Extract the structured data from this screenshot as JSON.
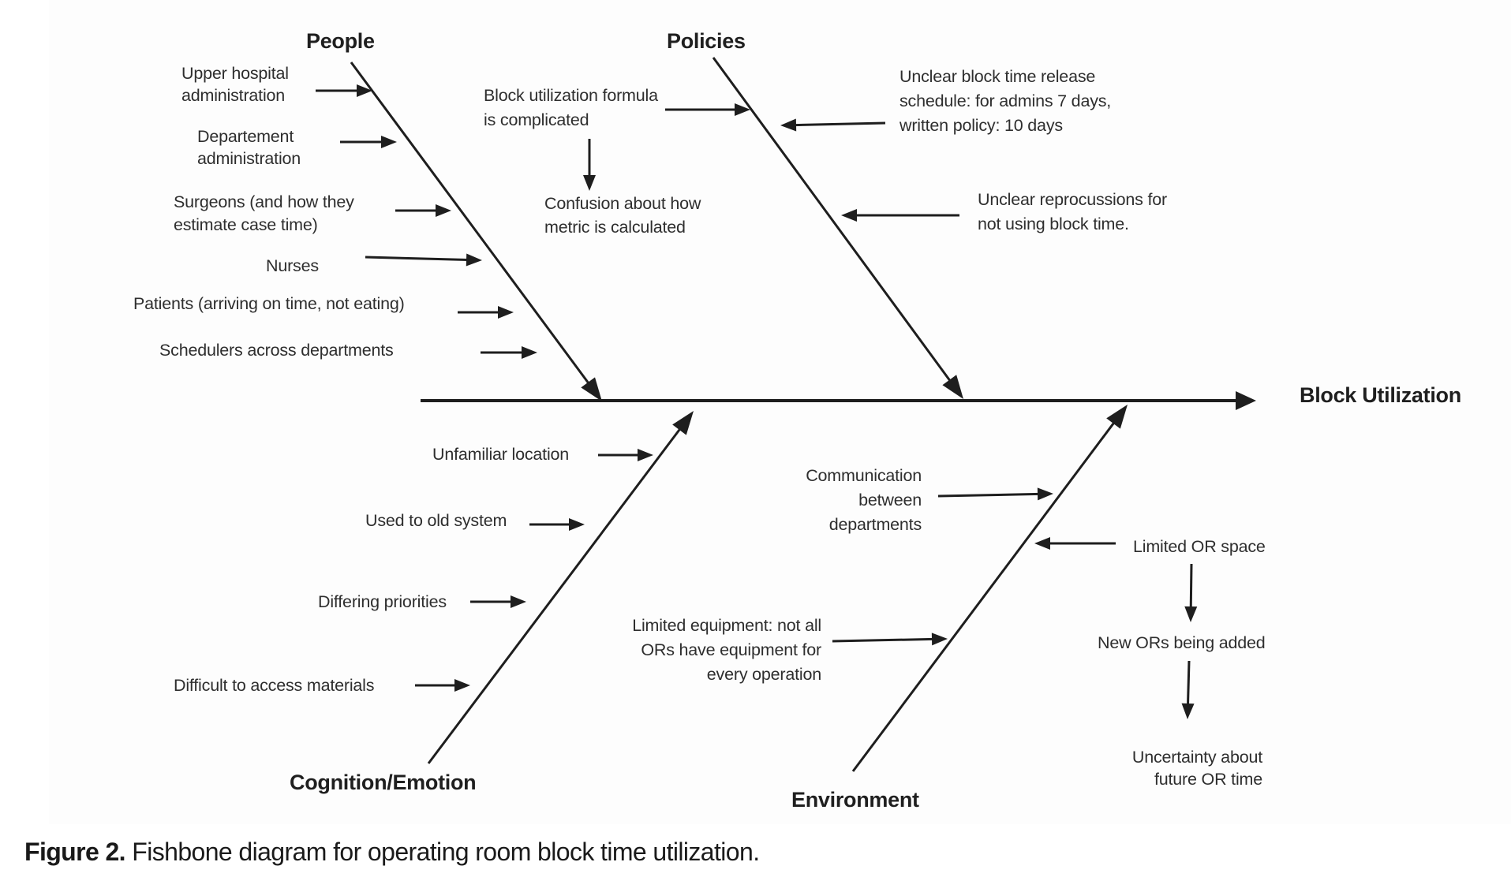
{
  "diagram": {
    "type": "fishbone",
    "effect": "Block Utilization",
    "categories": {
      "people": {
        "label": "People",
        "causes": [
          [
            "Upper hospital",
            "administration"
          ],
          [
            "Departement",
            "administration"
          ],
          [
            "Surgeons (and how they",
            "estimate case time)"
          ],
          [
            "Nurses"
          ],
          [
            "Patients (arriving on time, not eating)"
          ],
          [
            "Schedulers across departments"
          ]
        ]
      },
      "policies": {
        "label": "Policies",
        "causes": [
          [
            "Block utilization formula",
            "is complicated"
          ],
          [
            "Confusion about how",
            "metric is calculated"
          ],
          [
            "Unclear block time release",
            "schedule: for admins 7 days,",
            "written policy: 10 days"
          ],
          [
            "Unclear reprocussions for",
            "not using block time."
          ]
        ]
      },
      "cognition": {
        "label": "Cognition/Emotion",
        "causes": [
          [
            "Unfamiliar location"
          ],
          [
            "Used to old system"
          ],
          [
            "Differing priorities"
          ],
          [
            "Difficult to access materials"
          ]
        ]
      },
      "environment": {
        "label": "Environment",
        "causes": [
          [
            "Communication",
            "between",
            "departments"
          ],
          [
            "Limited OR space"
          ],
          [
            "Limited equipment: not all",
            "ORs have equipment for",
            "every operation"
          ],
          [
            "New ORs being added"
          ],
          [
            "Uncertainty about",
            "future OR time"
          ]
        ]
      }
    }
  },
  "caption": {
    "label": "Figure 2.",
    "text": " Fishbone diagram for operating room block time utilization."
  }
}
